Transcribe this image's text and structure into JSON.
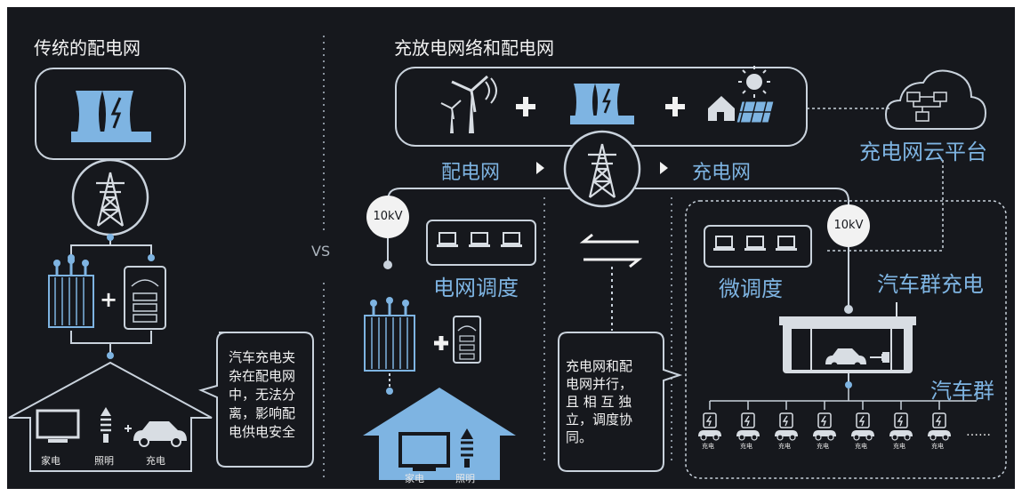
{
  "left": {
    "title": "传统的配电网"
  },
  "vs": "VS",
  "right": {
    "title": "充放电网络和配电网"
  },
  "labels": {
    "distribution": "配电网",
    "charging": "充电网",
    "cloud": "充电网云平台",
    "grid_dispatch": "电网调度",
    "micro_dispatch": "微调度",
    "fleet_charge": "汽车群充电",
    "fleet": "汽车群",
    "kv1": "10kV",
    "kv2": "10kV",
    "plus": "+"
  },
  "left_house": {
    "items": [
      "家电",
      "照明",
      "充电"
    ]
  },
  "right_house": {
    "items": [
      "家电",
      "照明"
    ]
  },
  "callout_left": {
    "lines": [
      "汽车充电夹",
      "杂在配电网",
      "中，无法分",
      "离，影响配",
      "电供电安全"
    ]
  },
  "callout_mid": {
    "lines": [
      "充电网和配",
      "电网并行，",
      "且 相 互 独",
      "立，调度协",
      "同。"
    ]
  },
  "ev_label": "充电",
  "ellipsis": "……",
  "colors": {
    "background": "#16181d",
    "accent": "#7eb4e2",
    "line": "#c9d2dc",
    "white": "#f2f2f2"
  }
}
